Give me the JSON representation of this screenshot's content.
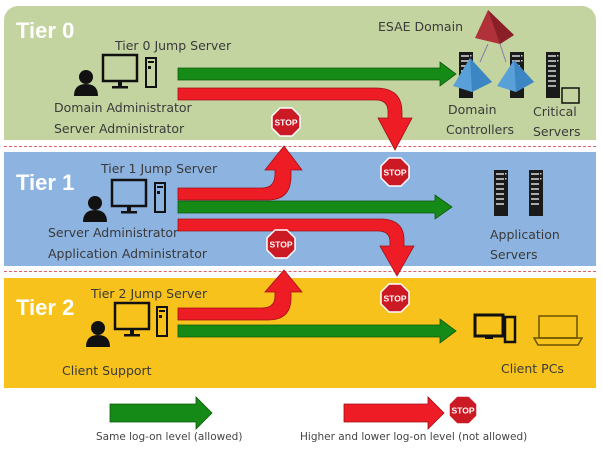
{
  "tiers": [
    {
      "title": "Tier 0",
      "jump_server": "Tier 0 Jump Server",
      "roles": [
        "Domain Administrator",
        "Server Administrator"
      ],
      "targets": [
        {
          "label_lines": [
            "Domain",
            "Controllers"
          ]
        },
        {
          "label_lines": [
            "Critical",
            "Servers"
          ]
        }
      ],
      "extra_label": "ESAE Domain",
      "color": "#c4d4a0"
    },
    {
      "title": "Tier 1",
      "jump_server": "Tier 1 Jump Server",
      "roles": [
        "Server Administrator",
        "Application  Administrator"
      ],
      "targets": [
        {
          "label_lines": [
            "Application",
            "Servers"
          ]
        }
      ],
      "color": "#8db3e0"
    },
    {
      "title": "Tier 2",
      "jump_server": "Tier 2 Jump Server",
      "roles": [
        "Client Support"
      ],
      "targets": [
        {
          "label_lines": [
            "Client PCs"
          ]
        }
      ],
      "color": "#f7c21c"
    }
  ],
  "stop_sign_text": "STOP",
  "legend": {
    "allowed": "Same log-on level (allowed)",
    "not_allowed": "Higher and lower log-on level (not allowed)"
  },
  "colors": {
    "allowed_arrow": "#168a16",
    "blocked_arrow": "#ee1c24",
    "stop_sign": "#cc1a24",
    "divider": "#e0606a"
  }
}
